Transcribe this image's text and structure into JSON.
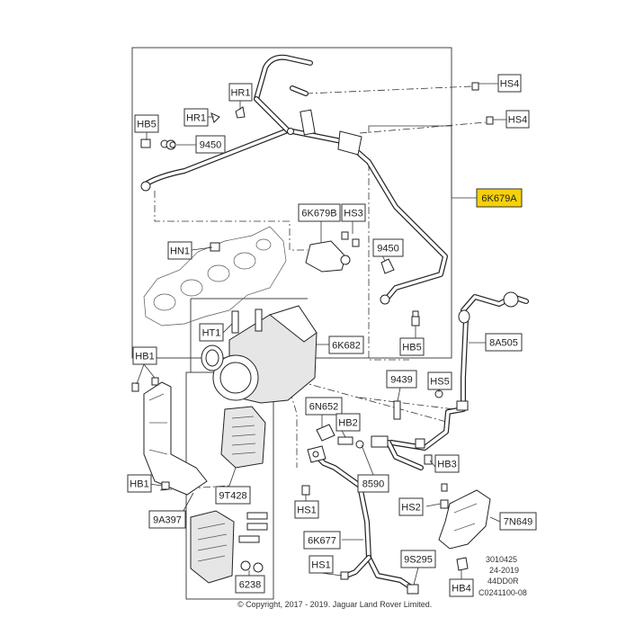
{
  "labels": {
    "HS4_a": "HS4",
    "HS4_b": "HS4",
    "HR1_a": "HR1",
    "HR1_b": "HR1",
    "HB5_a": "HB5",
    "p9450_a": "9450",
    "p6K679A": "6K679A",
    "p6K679B": "6K679B",
    "HS3": "HS3",
    "HN1": "HN1",
    "p9450_b": "9450",
    "HB5_b": "HB5",
    "HT1": "HT1",
    "p6K682": "6K682",
    "p8A505": "8A505",
    "HB1_a": "HB1",
    "p9439": "9439",
    "HS5": "HS5",
    "p6N652": "6N652",
    "HB2": "HB2",
    "HB3": "HB3",
    "p8590": "8590",
    "HB1_b": "HB1",
    "p9T428": "9T428",
    "HS2": "HS2",
    "p7N649": "7N649",
    "p9A397": "9A397",
    "HS1_a": "HS1",
    "p6K677": "6K677",
    "HS1_b": "HS1",
    "p9S295": "9S295",
    "p6238": "6238",
    "HB4": "HB4"
  },
  "reference_codes": [
    "3010425",
    "24-2019",
    "44DD0R",
    "C0241100-08"
  ],
  "copyright": "© Copyright, 2017 - 2019. Jaguar Land Rover Limited.",
  "colors": {
    "highlight": "#f5d10a",
    "line": "#333333"
  }
}
